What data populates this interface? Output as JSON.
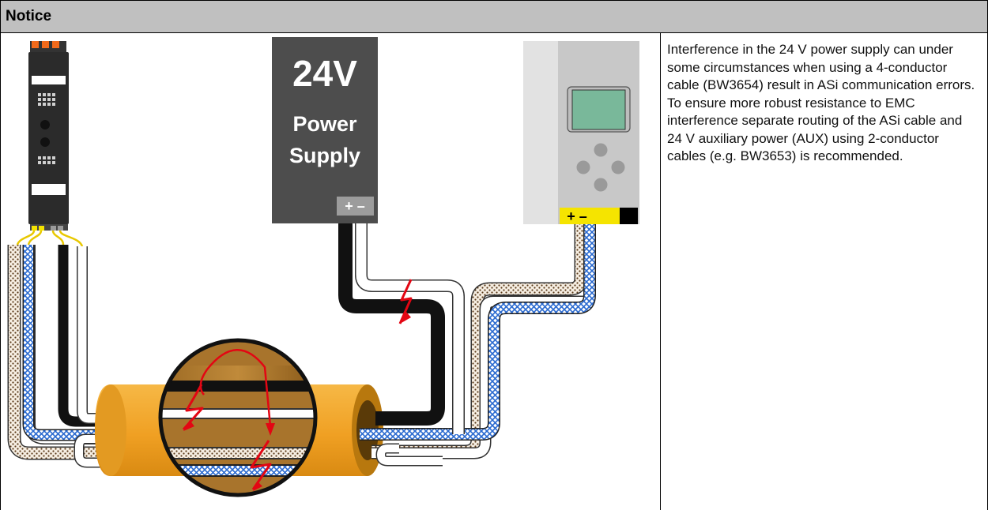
{
  "notice": {
    "title": "Notice",
    "description": "Interference in the 24 V power supply can under some circumstances when using a 4-conductor cable (BW3654) result in ASi communication errors. To ensure more robust resistance to EMC interference separate routing of the ASi cable and 24 V auxiliary power (AUX) using 2-conductor cables (e.g. BW3653) is recommended."
  },
  "power_supply": {
    "voltage": "24V",
    "label_line1": "Power",
    "label_line2": "Supply",
    "terminals": "+ –"
  },
  "controller": {
    "terminals": "+ –"
  },
  "colors": {
    "header_bg": "#c0c0c0",
    "power_supply_body": "#4d4d4d",
    "controller_body": "#c8c8c8",
    "terminal_yellow": "#f5e400",
    "ferrite_core": "#f0a830",
    "asi_cable_blue": "#2a6ad0",
    "interference_red": "#e30613"
  },
  "icons": {
    "interference": "lightning-bolt-icon",
    "coupling": "curved-arrow-icon"
  }
}
